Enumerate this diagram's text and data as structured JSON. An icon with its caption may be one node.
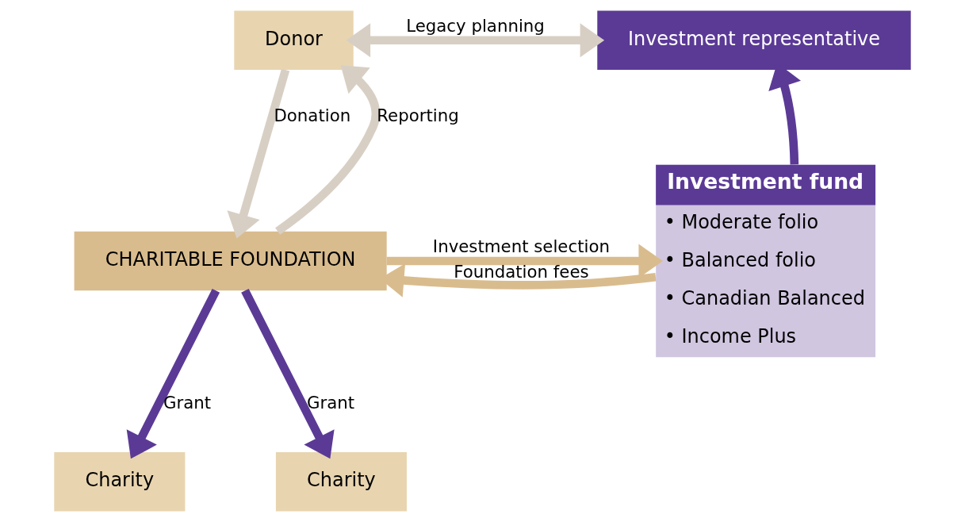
{
  "diagram": {
    "nodes": [
      {
        "text": [
          "Donor"
        ]
      },
      {
        "text": [
          "Investment representative"
        ]
      },
      {
        "text": [
          "CHARITABLE FOUNDATION"
        ]
      },
      {
        "text": [
          "Investment fund",
          "• Moderate folio",
          "• Balanced folio",
          "• Canadian Balanced",
          "• Income Plus"
        ]
      },
      {
        "text": [
          "Charity"
        ]
      },
      {
        "text": [
          "Charity"
        ]
      }
    ],
    "edges": [
      {
        "from": 0,
        "to": 1,
        "arrow": "both",
        "label": "Legacy planning",
        "color": "#d8cfc4"
      },
      {
        "from": 0,
        "to": 2,
        "arrow": "to",
        "label": "Donation",
        "color": "#d8cfc4"
      },
      {
        "from": 2,
        "to": 0,
        "arrow": "to",
        "label": "Reporting",
        "color": "#d8cfc4"
      },
      {
        "from": 3,
        "to": 1,
        "arrow": "to",
        "color": "#5b3a96"
      },
      {
        "from": 2,
        "to": 3,
        "arrow": "to",
        "label": "Investment selection",
        "color": "#d9bc8e"
      },
      {
        "from": 3,
        "to": 2,
        "arrow": "to",
        "label": "Foundation fees",
        "color": "#d9bc8e"
      },
      {
        "from": 2,
        "to": 4,
        "arrow": "to",
        "label": "Grant",
        "color": "#5b3a96"
      },
      {
        "from": 2,
        "to": 5,
        "arrow": "to",
        "label": "Grant",
        "color": "#5b3a96"
      }
    ]
  }
}
